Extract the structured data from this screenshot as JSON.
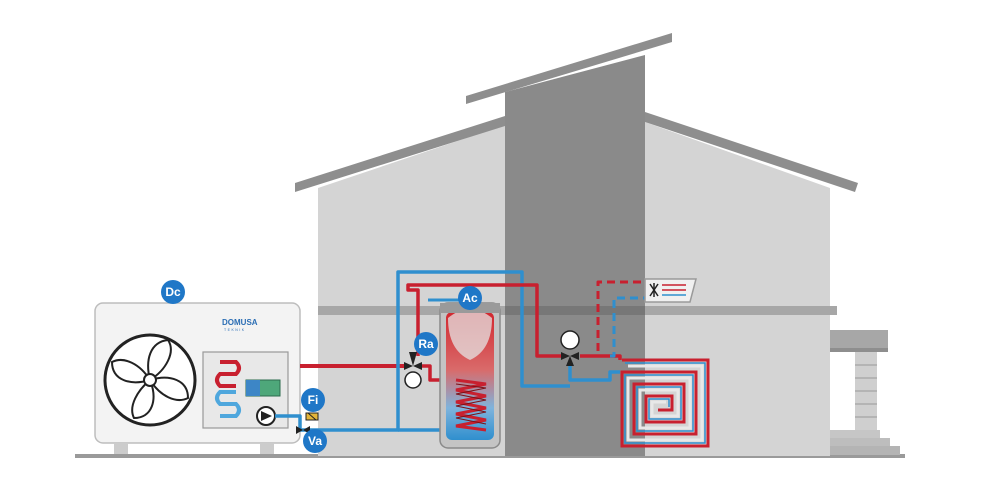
{
  "colors": {
    "hot": "#c8202f",
    "cold": "#2f8fce",
    "wall": "#d2d2d2",
    "wall_dark": "#8a8a8a",
    "roof": "#8c8c8c",
    "badge": "#1f77c7",
    "tank": "#bfbfbf",
    "unit": "#f2f2f2"
  },
  "outdoor_unit": {
    "brand": "DOMUSA",
    "brand_sub": "TEKNIK"
  },
  "labels": {
    "dc": "Dc",
    "ac": "Ac",
    "ra": "Ra",
    "fi": "Fi",
    "va": "Va"
  },
  "icons": {
    "fan": "fan-icon",
    "pump": "pump-icon",
    "valve": "three-way-valve-icon",
    "filter": "filter-icon",
    "fancoil": "fan-coil-icon"
  }
}
